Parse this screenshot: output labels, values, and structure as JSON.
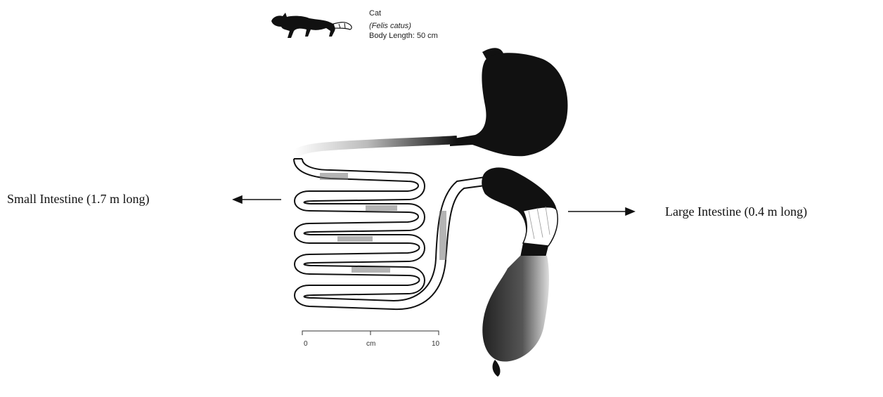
{
  "animal": {
    "common_name": "Cat",
    "species": "(Felis catus)",
    "body_length": "Body Length: 50 cm"
  },
  "labels": {
    "small_intestine": "Small Intestine (1.7 m long)",
    "large_intestine": "Large Intestine (0.4 m long)"
  },
  "scale_bar": {
    "start": "0",
    "unit": "cm",
    "end": "10"
  },
  "colors": {
    "ink": "#111111",
    "background": "#ffffff"
  }
}
